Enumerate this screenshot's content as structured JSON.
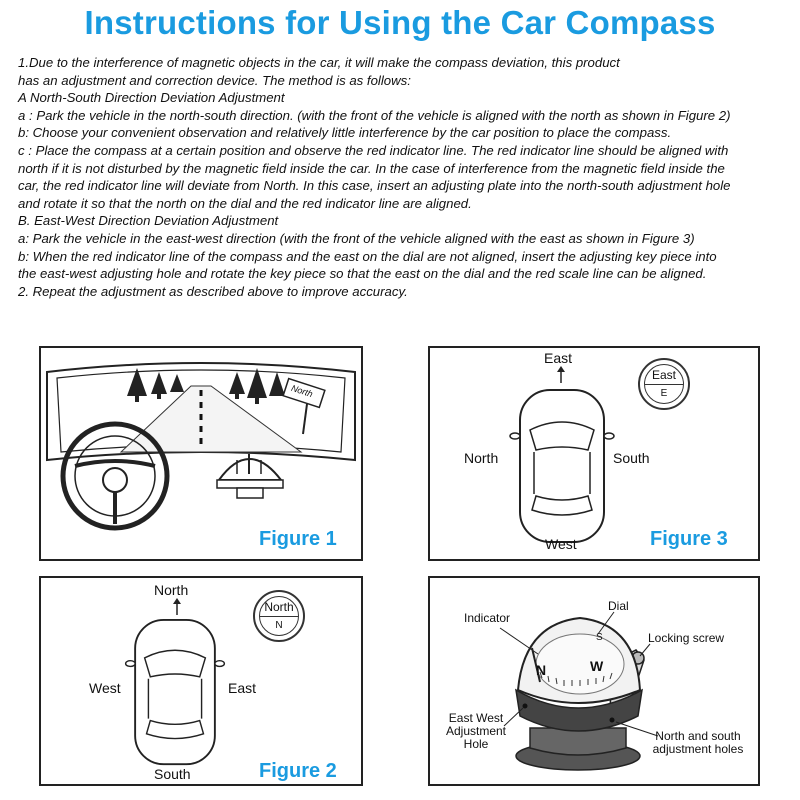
{
  "title": "Instructions for Using the Car Compass",
  "instructions": [
    "1.Due to the interference of magnetic objects in the car, it will make the compass deviation, this product",
    "has an adjustment and correction device. The method is as follows:",
    "A North-South Direction Deviation Adjustment",
    "a : Park the vehicle in the north-south direction. (with the front of the vehicle is aligned with the north as shown in Figure 2)",
    "b: Choose your convenient observation and relatively little interference by the car position to place the compass.",
    "c : Place the compass at a certain position and observe the red indicator line. The red indicator line should be aligned with",
    "north if it is not disturbed by the magnetic field inside the car. In the case of interference from the magnetic field inside the",
    "car, the red indicator line will deviate from North. In this case, insert an adjusting plate into the north-south adjustment hole",
    "and rotate it so that the north on the dial and the red indicator line are aligned.",
    "B. East-West Direction Deviation Adjustment",
    "a: Park the vehicle in the east-west direction (with the front of the vehicle aligned with the east as shown in Figure 3)",
    "b: When the red indicator line of the compass and the east on the dial are not aligned, insert the adjusting key piece into",
    "the east-west adjusting hole and rotate the key piece so that the east on the dial and the red scale line can be aligned.",
    "2. Repeat the adjustment as described above to improve accuracy."
  ],
  "figure1": {
    "label": "Figure 1",
    "sign_text": "North"
  },
  "figure2": {
    "label": "Figure 2",
    "north": "North",
    "south": "South",
    "west": "West",
    "east": "East",
    "badge_word": "North",
    "badge_letter": "N"
  },
  "figure3": {
    "label": "Figure 3",
    "east": "East",
    "west": "West",
    "north": "North",
    "south": "South",
    "badge_word": "East",
    "badge_letter": "E"
  },
  "figure4": {
    "indicator": "Indicator",
    "dial": "Dial",
    "locking_screw": "Locking screw",
    "ew_hole": [
      "East West",
      "Adjustment",
      "Hole"
    ],
    "ns_holes": [
      "North and south",
      "adjustment holes"
    ],
    "dial_letters": [
      "N",
      "W",
      "S"
    ]
  }
}
